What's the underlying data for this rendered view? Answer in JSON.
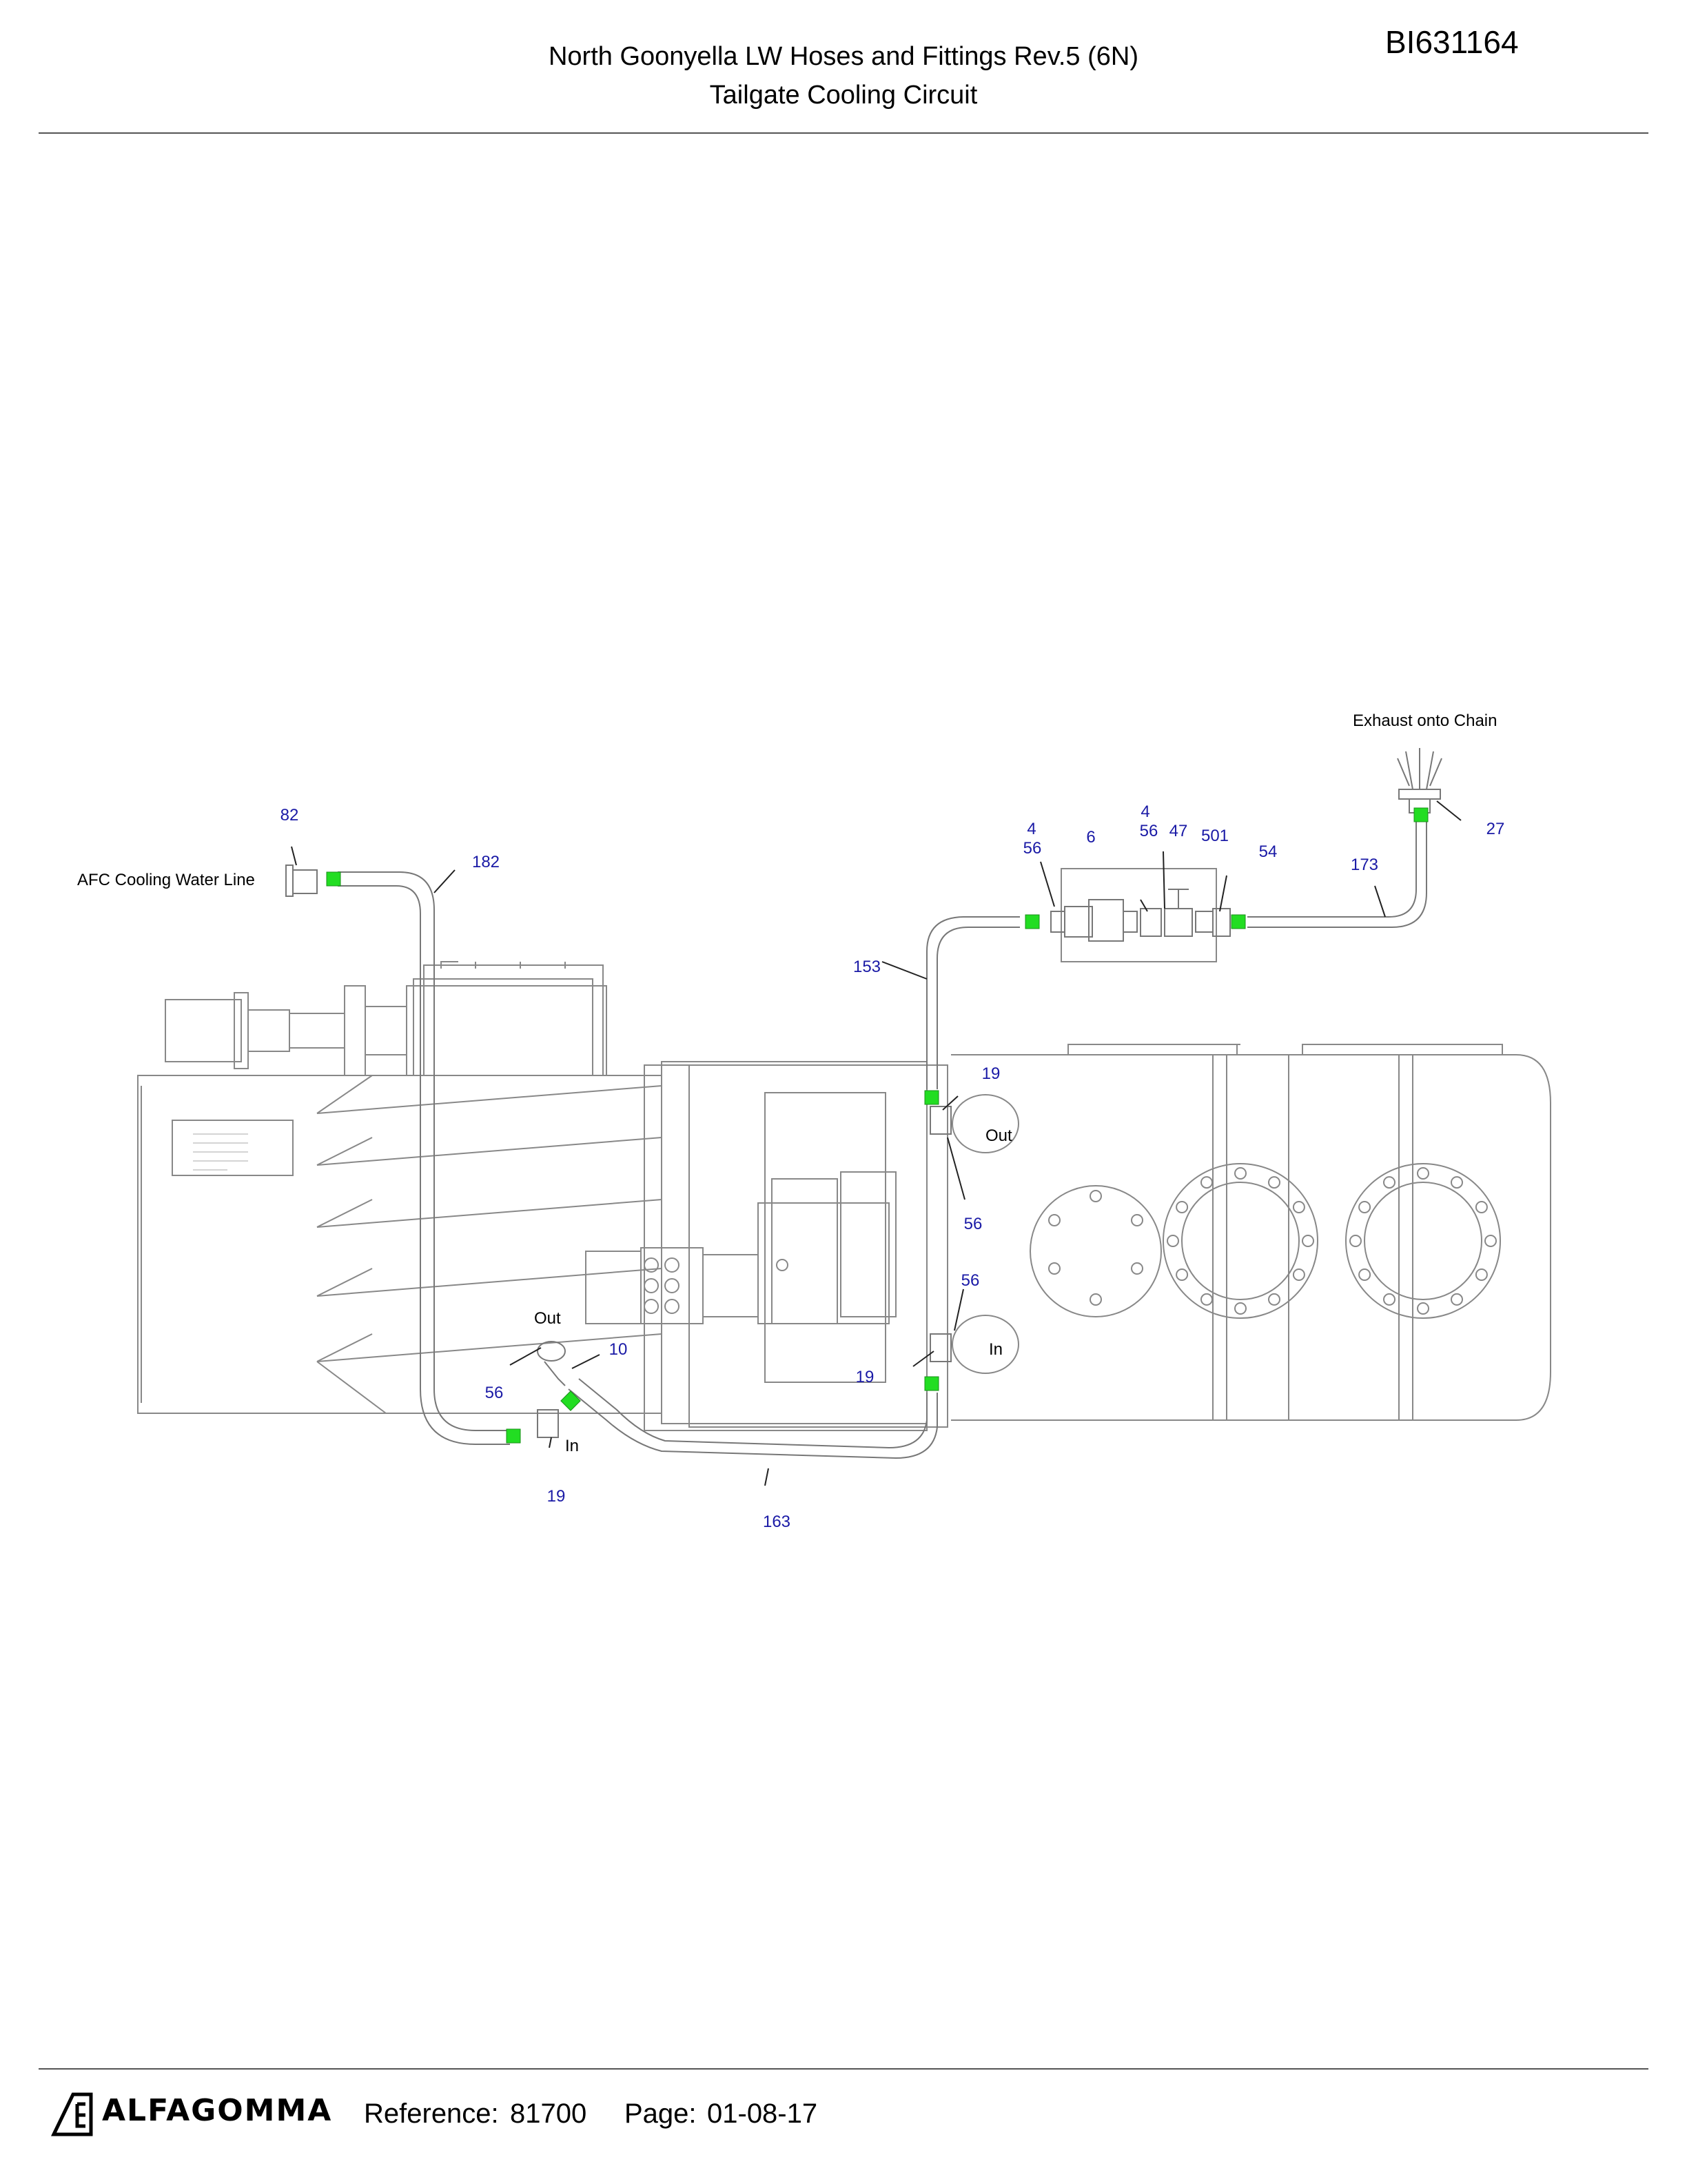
{
  "header": {
    "title_line1": "North Goonyella LW Hoses and Fittings Rev.5  (6N)",
    "title_line2": "Tailgate Cooling Circuit",
    "document_code": "BI631164"
  },
  "diagram": {
    "captions": {
      "afc_line": "AFC Cooling Water Line",
      "exhaust": "Exhaust onto Chain",
      "out_left": "Out",
      "in_left": "In",
      "out_right": "Out",
      "in_right": "In"
    },
    "callouts": {
      "c82": "82",
      "c182": "182",
      "c153": "153",
      "c4a": "4",
      "c56a": "56",
      "c6": "6",
      "c4b": "4",
      "c56b": "56",
      "c47": "47",
      "c501": "501",
      "c54": "54",
      "c173": "173",
      "c27": "27",
      "c19a": "19",
      "c56c": "56",
      "c56d": "56",
      "c19b": "19",
      "c10": "10",
      "c56e": "56",
      "c19c": "19",
      "c163": "163"
    },
    "colors": {
      "callout_text": "#1a1aa6",
      "fitting_marker": "#22dd22",
      "line": "#777777"
    }
  },
  "footer": {
    "brand": "ALFAGOMMA",
    "reference_label": "Reference:",
    "reference_value": "81700",
    "page_label": "Page:",
    "page_value": "01-08-17"
  }
}
